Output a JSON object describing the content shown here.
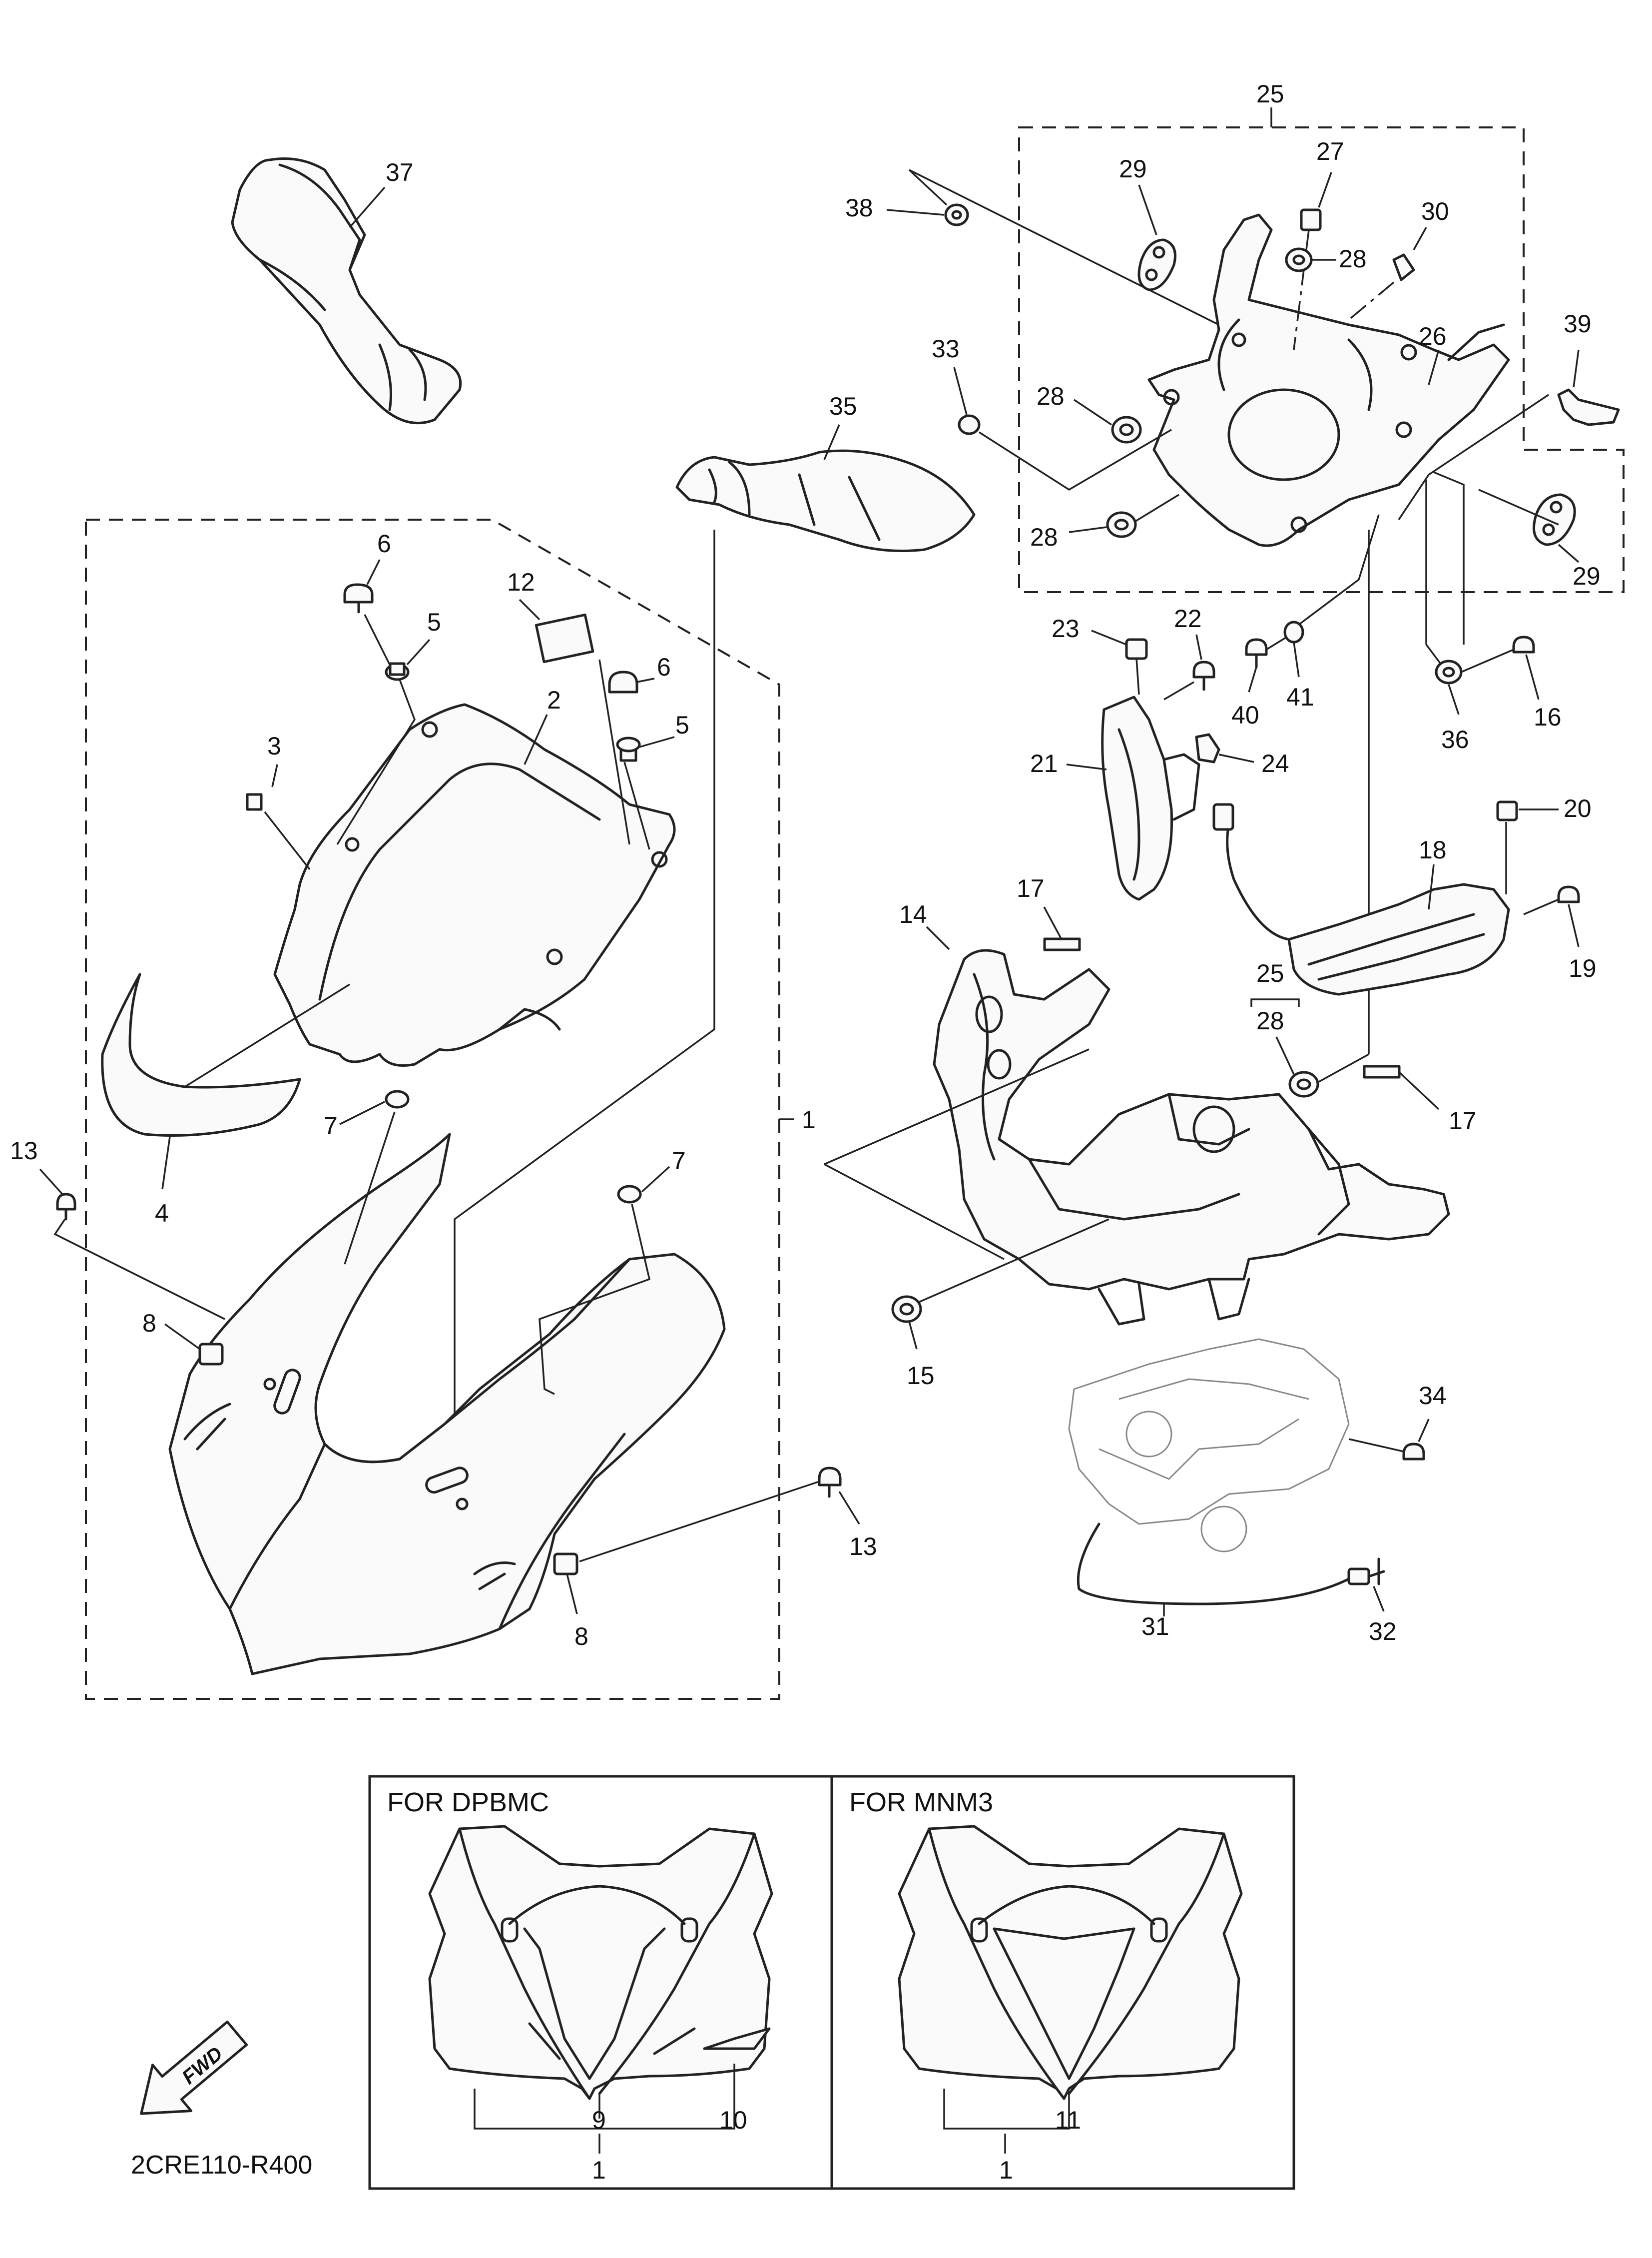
{
  "labels": {
    "l1_main": "1",
    "l2": "2",
    "l3": "3",
    "l4": "4",
    "l5a": "5",
    "l5b": "5",
    "l6a": "6",
    "l6b": "6",
    "l7a": "7",
    "l7b": "7",
    "l8a": "8",
    "l8b": "8",
    "l12": "12",
    "l13a": "13",
    "l13b": "13",
    "l14": "14",
    "l15": "15",
    "l16": "16",
    "l17a": "17",
    "l17b": "17",
    "l18": "18",
    "l19": "19",
    "l20": "20",
    "l21": "21",
    "l22": "22",
    "l23": "23",
    "l24": "24",
    "l25a": "25",
    "l25b": "25",
    "l26": "26",
    "l27": "27",
    "l28a": "28",
    "l28b": "28",
    "l28c": "28",
    "l28d": "28",
    "l29a": "29",
    "l29b": "29",
    "l30": "30",
    "l31": "31",
    "l32": "32",
    "l33": "33",
    "l34": "34",
    "l35": "35",
    "l36": "36",
    "l37": "37",
    "l38": "38",
    "l39": "39",
    "l40": "40",
    "l41": "41"
  },
  "variants": {
    "left_title": "FOR DPBMC",
    "right_title": "FOR MNM3",
    "left_l9": "9",
    "left_l10": "10",
    "left_l1": "1",
    "right_l11": "11",
    "right_l1": "1"
  },
  "fwd_label": "FWD",
  "diagram_code": "2CRE110-R400"
}
